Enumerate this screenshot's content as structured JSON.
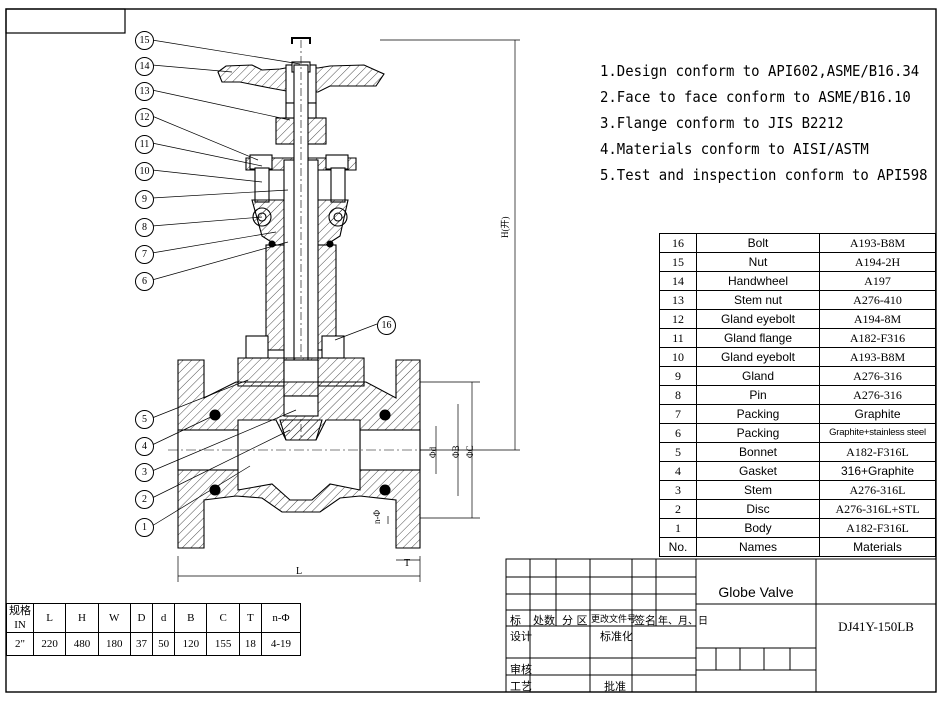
{
  "notes": [
    "1.Design conform to API602,ASME/B16.34",
    "2.Face to face conform to ASME/B16.10",
    "3.Flange conform to JIS B2212",
    "4.Materials conform to AISI/ASTM",
    "5.Test and inspection conform to API598"
  ],
  "callouts": [
    "15",
    "14",
    "13",
    "12",
    "11",
    "10",
    "9",
    "8",
    "7",
    "6",
    "16",
    "5",
    "4",
    "3",
    "2",
    "1"
  ],
  "dimension_labels": {
    "h": "H(开)",
    "d": "Φd",
    "b": "ΦB",
    "c": "ΦC",
    "l": "L",
    "t": "T",
    "n": "n-Φ"
  },
  "parts": {
    "rows": [
      {
        "no": "16",
        "name": "Bolt",
        "material": "A193-B8M"
      },
      {
        "no": "15",
        "name": "Nut",
        "material": "A194-2H"
      },
      {
        "no": "14",
        "name": "Handwheel",
        "material": "A197"
      },
      {
        "no": "13",
        "name": "Stem nut",
        "material": "A276-410"
      },
      {
        "no": "12",
        "name": "Gland eyebolt",
        "material": "A194-8M"
      },
      {
        "no": "11",
        "name": "Gland flange",
        "material": "A182-F316"
      },
      {
        "no": "10",
        "name": "Gland eyebolt",
        "material": "A193-B8M"
      },
      {
        "no": "9",
        "name": "Gland",
        "material": "A276-316"
      },
      {
        "no": "8",
        "name": "Pin",
        "material": "A276-316"
      },
      {
        "no": "7",
        "name": "Packing",
        "material": "Graphite"
      },
      {
        "no": "6",
        "name": "Packing",
        "material": "Graphite+stainless steel"
      },
      {
        "no": "5",
        "name": "Bonnet",
        "material": "A182-F316L"
      },
      {
        "no": "4",
        "name": "Gasket",
        "material": "316+Graphite"
      },
      {
        "no": "3",
        "name": "Stem",
        "material": "A276-316L"
      },
      {
        "no": "2",
        "name": "Disc",
        "material": "A276-316L+STL"
      },
      {
        "no": "1",
        "name": "Body",
        "material": "A182-F316L"
      }
    ],
    "header": {
      "no": "No.",
      "name": "Names",
      "material": "Materials"
    }
  },
  "dims": {
    "header": [
      "规格",
      "L",
      "H",
      "W",
      "D",
      "d",
      "B",
      "C",
      "T",
      "n-Φ"
    ],
    "unit": "IN",
    "row": [
      "2\"",
      "220",
      "480",
      "180",
      "37",
      "50",
      "120",
      "155",
      "18",
      "4-19"
    ]
  },
  "title_block": {
    "product": "Globe Valve",
    "model": "DJ41Y-150LB",
    "labels": {
      "mark": "标",
      "count": "处数",
      "zone": "分 区",
      "doc": "更改文件号",
      "sign": "签名",
      "date": "年、月、日",
      "design": "设计",
      "std": "标准化",
      "review": "审核",
      "process": "工艺",
      "approve": "批准"
    }
  }
}
